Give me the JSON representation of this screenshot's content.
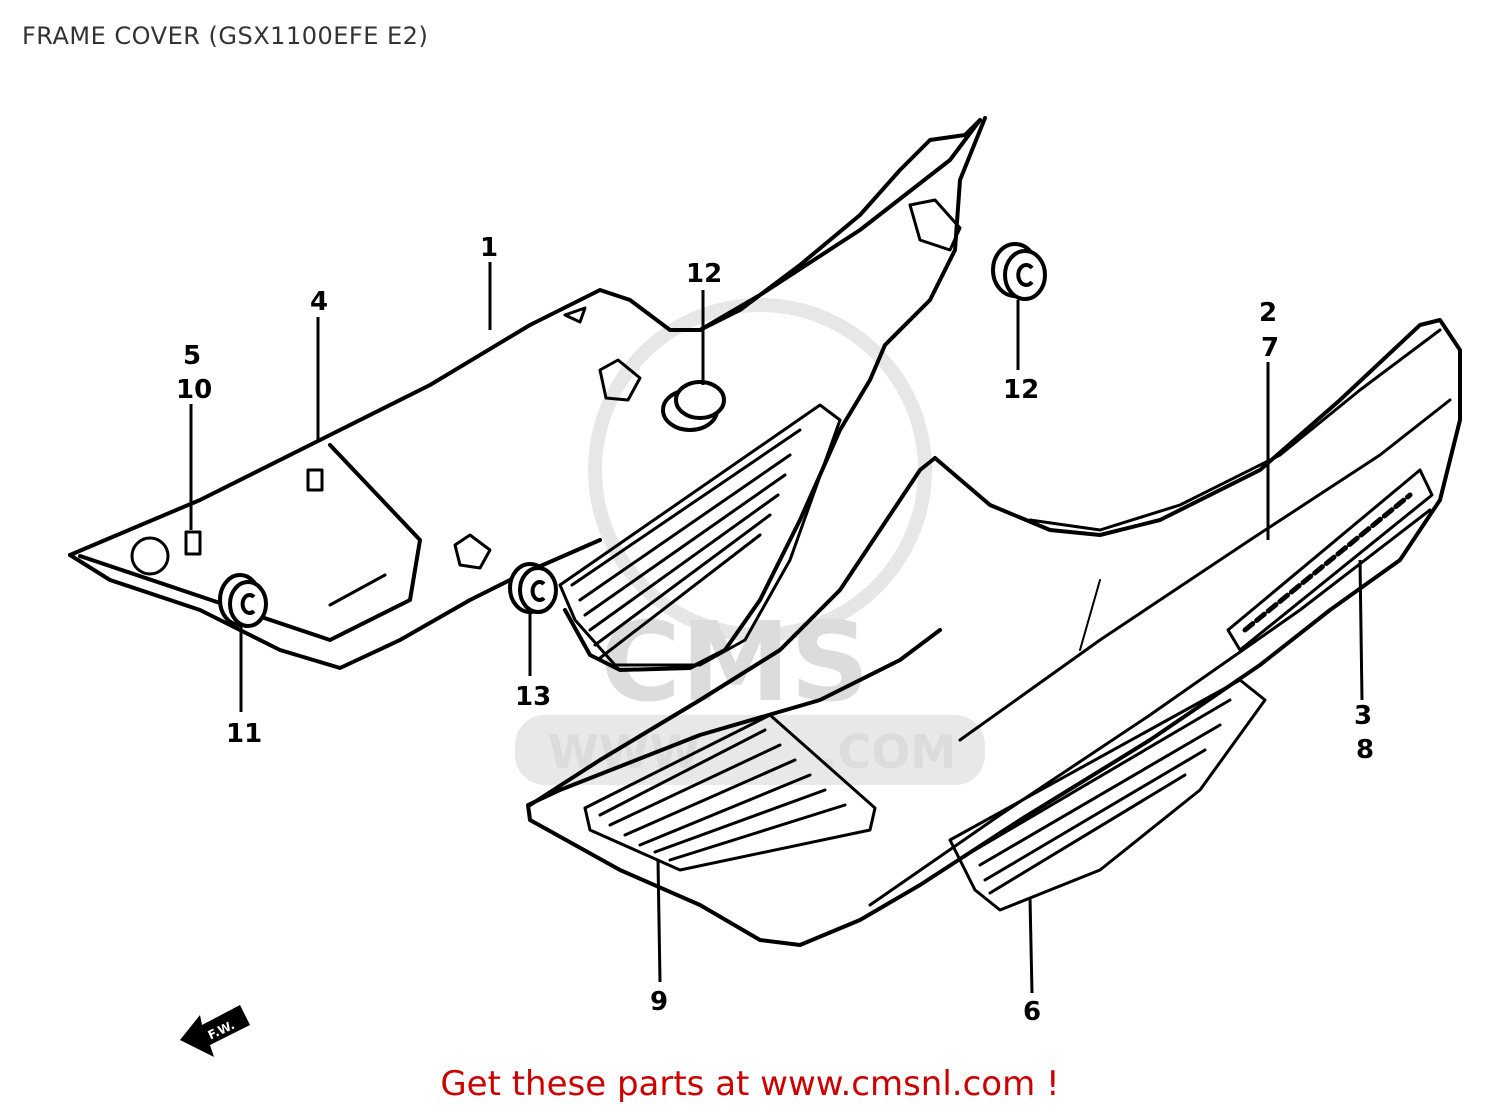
{
  "title": "FRAME COVER (GSX1100EFE E2)",
  "watermark": {
    "brand": "CMS",
    "url_left": "WWW",
    "url_right": ".COM"
  },
  "callouts": {
    "c1": "1",
    "c4": "4",
    "c5": "5",
    "c10": "10",
    "c12a": "12",
    "c12b": "12",
    "c2": "2",
    "c7": "7",
    "c3": "3",
    "c8": "8",
    "c11": "11",
    "c13": "13",
    "c9": "9",
    "c6": "6"
  },
  "arrow_label": "F.W.",
  "promo": {
    "text": "Get these parts at www.cmsnl.com !",
    "color": "#cc0000"
  }
}
